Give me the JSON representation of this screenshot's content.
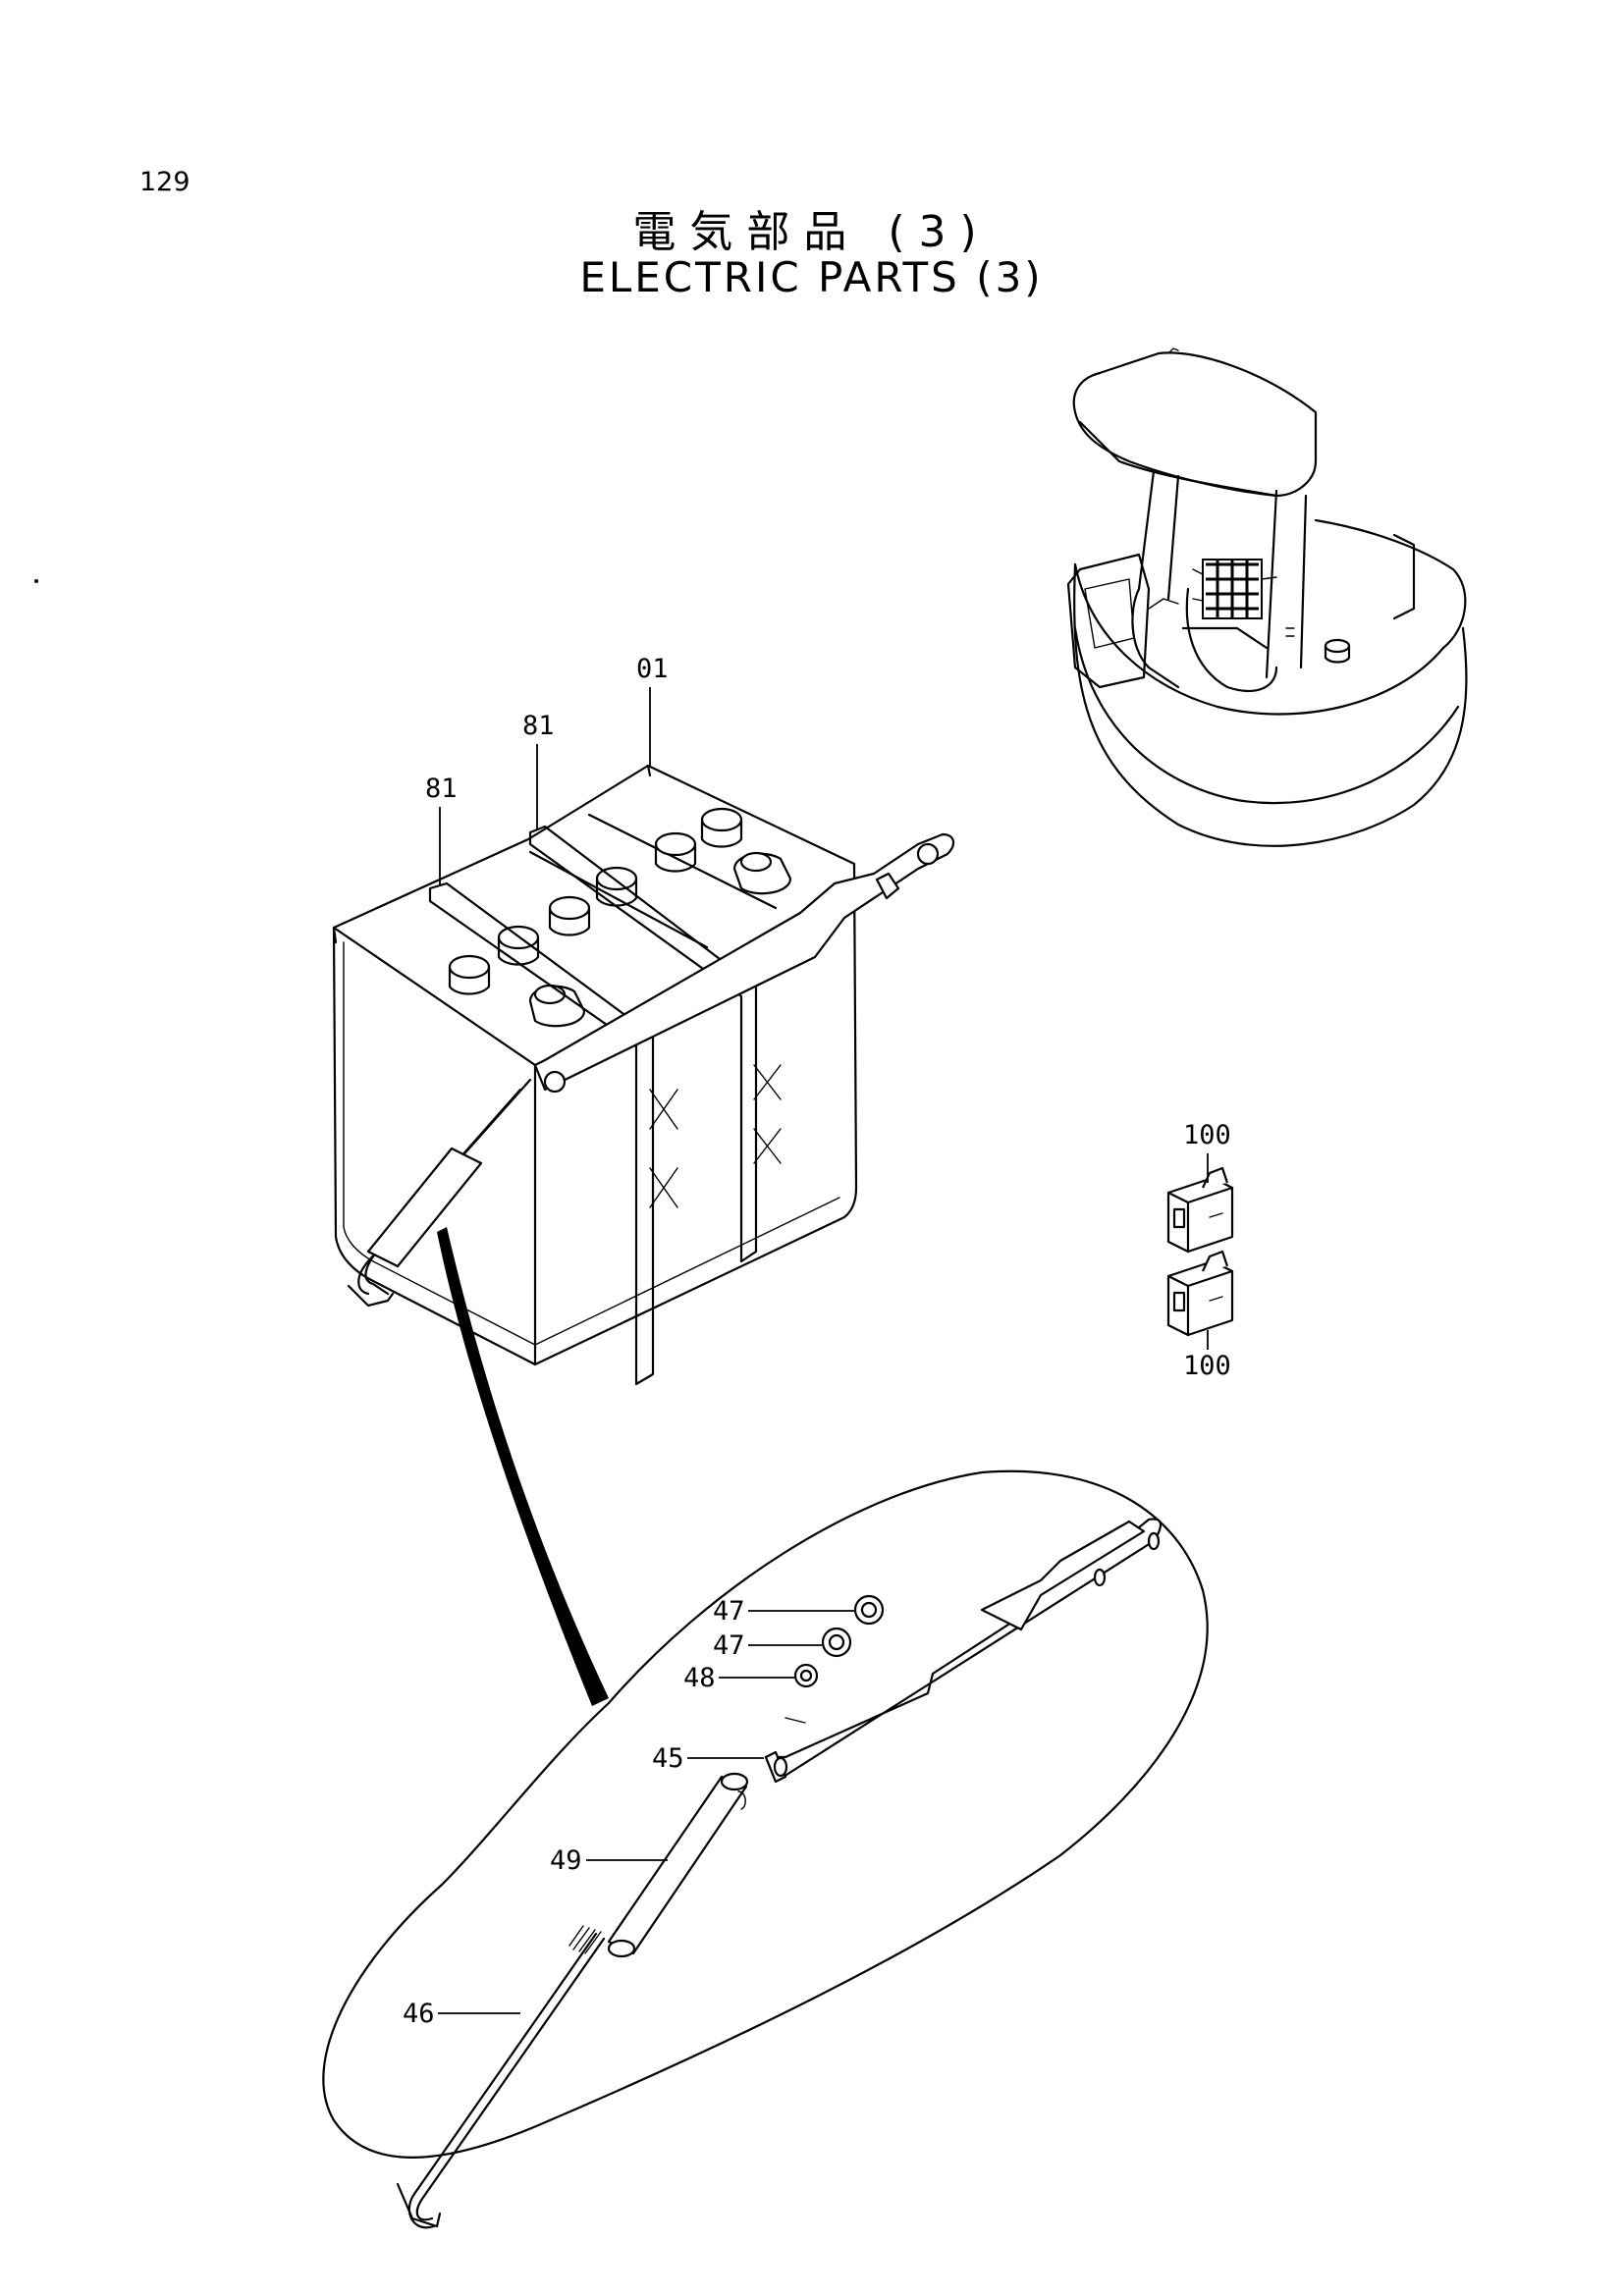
{
  "page_number": "129",
  "title": {
    "japanese": "電気部品 (3)",
    "english": "ELECTRIC PARTS (3)"
  },
  "callouts": {
    "battery": "01",
    "strap_1": "81",
    "strap_2": "81",
    "fuse_top": "100",
    "fuse_bottom": "100",
    "nut_1": "47",
    "nut_2": "47",
    "washer": "48",
    "bracket": "45",
    "sleeve": "49",
    "rod": "46"
  }
}
